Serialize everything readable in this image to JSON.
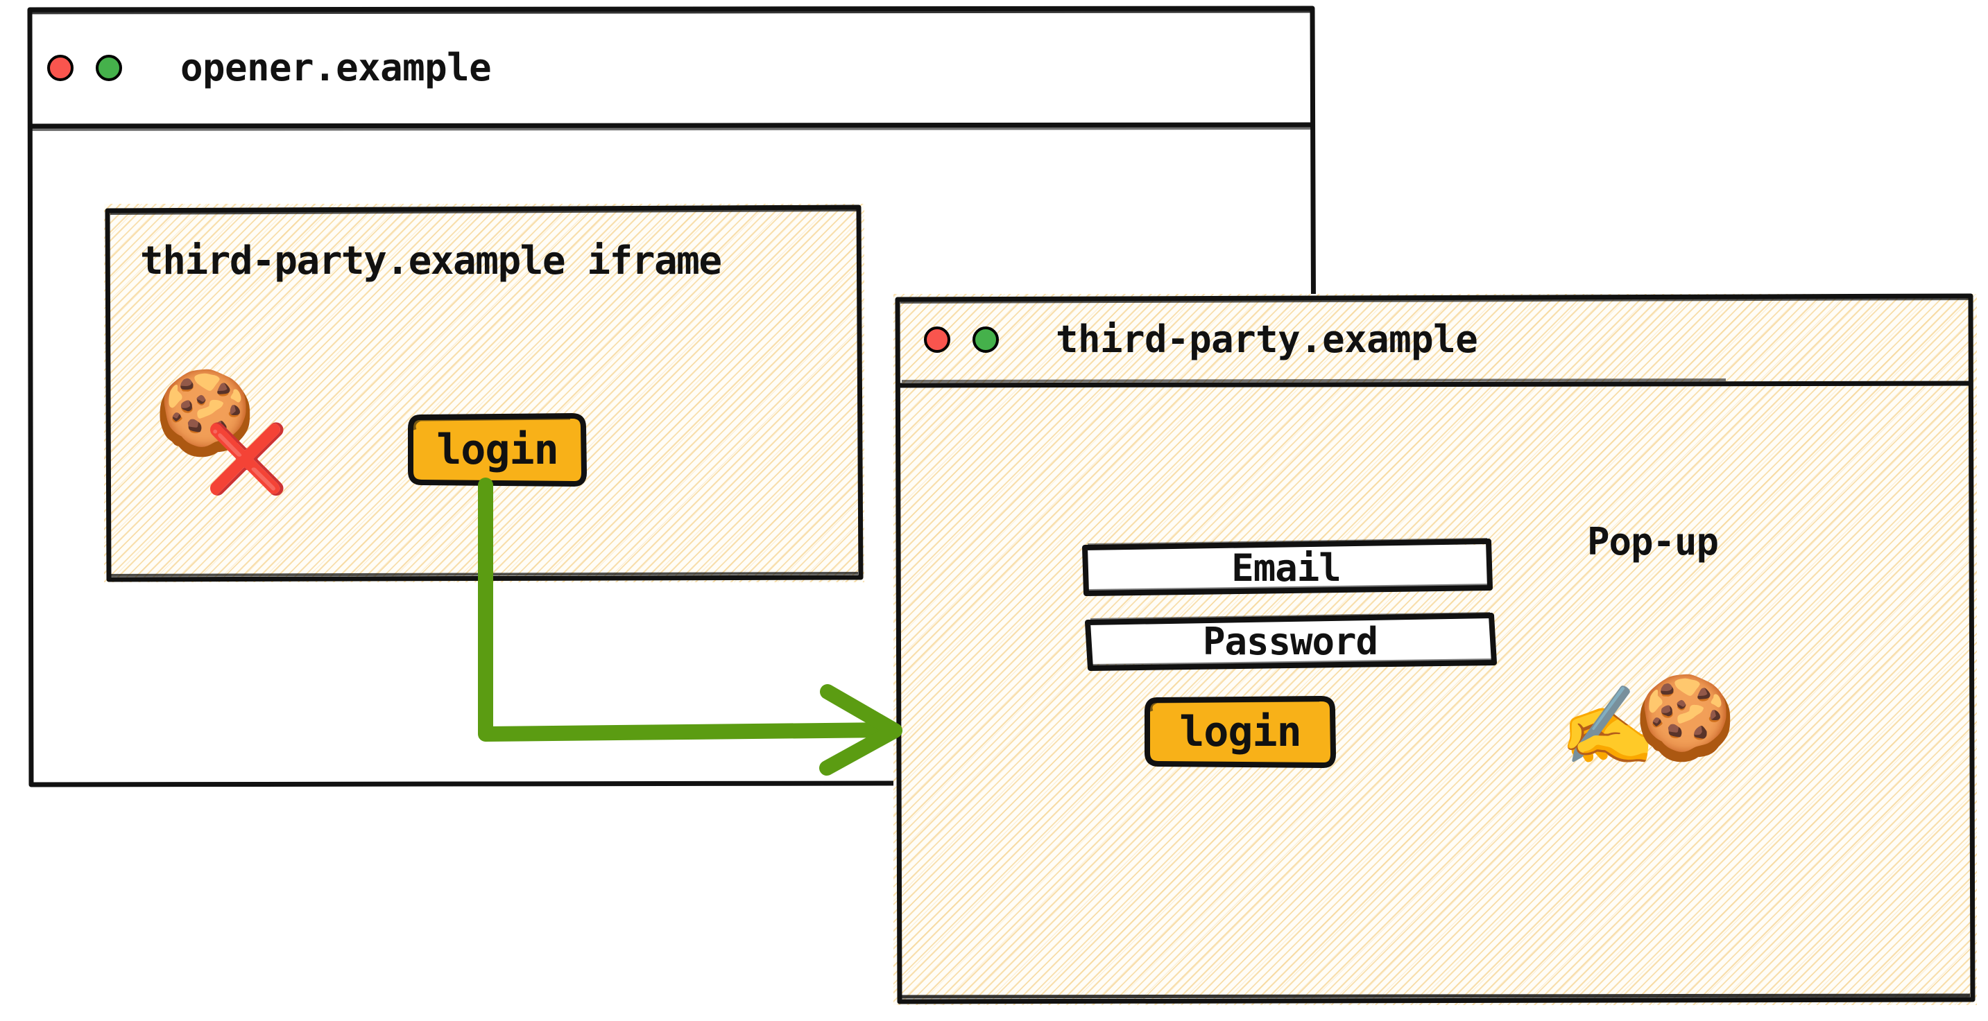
{
  "diagram": {
    "title": "Third-party iframe login via pop-up window",
    "colors": {
      "sketch_stroke": "#111111",
      "hatch_line": "#f4cc7e",
      "hatch_background": "#fffdf7",
      "button_amber": "#f8b118",
      "arrow_green": "#5b9c12",
      "dot_red": "#f9554e",
      "dot_green": "#45b14b",
      "page_background": "#ffffff"
    }
  },
  "opener_window": {
    "title": "opener.example",
    "traffic_lights": [
      {
        "name": "close-dot",
        "color": "#f9554e"
      },
      {
        "name": "maximize-dot",
        "color": "#45b14b"
      }
    ],
    "iframe": {
      "title": "third-party.example iframe",
      "cookie_emoji": "🍪",
      "cookie_blocked_emoji": "❌",
      "cookie_status": "blocked",
      "login_button": "login"
    }
  },
  "popup_window": {
    "title": "third-party.example",
    "label": "Pop-up",
    "traffic_lights": [
      {
        "name": "close-dot",
        "color": "#f9554e"
      },
      {
        "name": "maximize-dot",
        "color": "#45b14b"
      }
    ],
    "fields": [
      {
        "name": "email-field",
        "value": "Email"
      },
      {
        "name": "password-field",
        "value": "Password"
      }
    ],
    "login_button": "login",
    "writing_hand_emoji": "✍️",
    "cookie_emoji": "🍪",
    "cookie_status": "allowed"
  },
  "arrow": {
    "name": "login-opens-popup-arrow",
    "from": "iframe login button",
    "to": "pop-up window",
    "color": "#5b9c12"
  }
}
